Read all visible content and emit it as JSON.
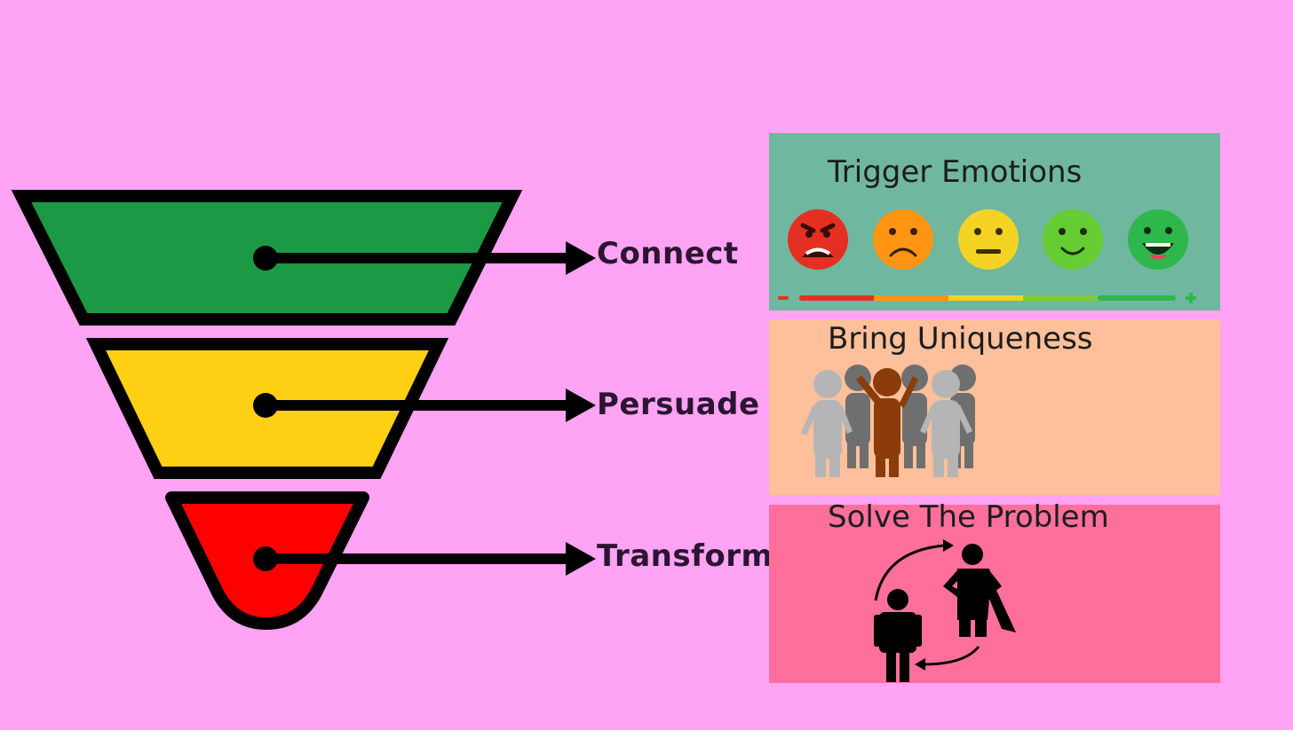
{
  "funnel": {
    "stages": [
      {
        "label": "Connect",
        "color": "#1b9944"
      },
      {
        "label": "Persuade",
        "color": "#ffd014"
      },
      {
        "label": "Transform",
        "color": "#ff0000"
      }
    ],
    "outline_color": "#000000"
  },
  "panels": [
    {
      "title": "Trigger Emotions",
      "bg": "#70b7a0",
      "faces": [
        {
          "name": "angry",
          "color": "#e52f23"
        },
        {
          "name": "sad",
          "color": "#ff9512"
        },
        {
          "name": "neutral",
          "color": "#f4d324"
        },
        {
          "name": "smile",
          "color": "#66cc33"
        },
        {
          "name": "happy",
          "color": "#2eb84b"
        }
      ],
      "scale": {
        "minus": "−",
        "plus": "+"
      }
    },
    {
      "title": "Bring Uniqueness",
      "bg": "#fdc09a",
      "icon": "crowd-standout-icon"
    },
    {
      "title": "Solve The Problem",
      "bg": "#ff6f9c",
      "icon": "person-to-hero-icon"
    }
  ],
  "background": "#ffa3f4"
}
